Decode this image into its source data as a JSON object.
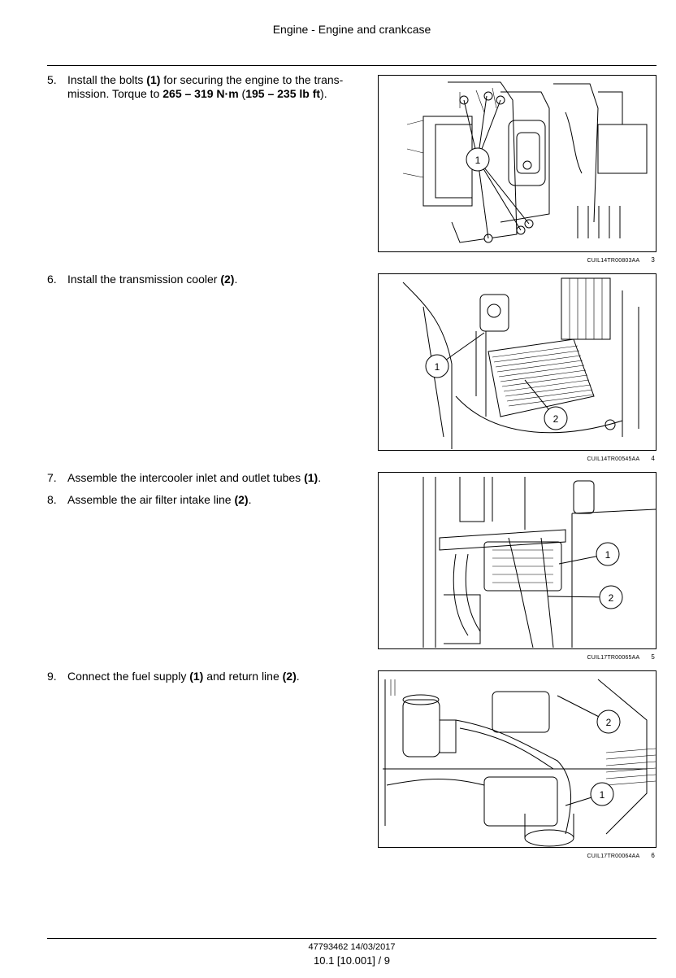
{
  "header": {
    "title": "Engine - Engine and crankcase"
  },
  "steps": [
    {
      "num": "5.",
      "segments": [
        {
          "t": "Install the bolts ",
          "b": false
        },
        {
          "t": "(1)",
          "b": true
        },
        {
          "t": " for securing the engine to the trans-mission. Torque to ",
          "b": false
        },
        {
          "t": "265 – 319 N·m",
          "b": true
        },
        {
          "t": " (",
          "b": false
        },
        {
          "t": "195 – 235 lb ft",
          "b": true
        },
        {
          "t": ").",
          "b": false
        }
      ]
    },
    {
      "num": "6.",
      "segments": [
        {
          "t": "Install the transmission cooler ",
          "b": false
        },
        {
          "t": "(2)",
          "b": true
        },
        {
          "t": ".",
          "b": false
        }
      ]
    },
    {
      "num": "7.",
      "segments": [
        {
          "t": "Assemble the intercooler inlet and outlet tubes ",
          "b": false
        },
        {
          "t": "(1)",
          "b": true
        },
        {
          "t": ".",
          "b": false
        }
      ]
    },
    {
      "num": "8.",
      "segments": [
        {
          "t": "Assemble the air filter intake line ",
          "b": false
        },
        {
          "t": "(2)",
          "b": true
        },
        {
          "t": ".",
          "b": false
        }
      ]
    },
    {
      "num": "9.",
      "segments": [
        {
          "t": "Connect the fuel supply ",
          "b": false
        },
        {
          "t": "(1)",
          "b": true
        },
        {
          "t": " and return line ",
          "b": false
        },
        {
          "t": "(2)",
          "b": true
        },
        {
          "t": ".",
          "b": false
        }
      ]
    }
  ],
  "figures": [
    {
      "code": "CUIL14TR00803AA",
      "number": "3",
      "callouts": [
        "1"
      ]
    },
    {
      "code": "CUIL14TR00545AA",
      "number": "4",
      "callouts": [
        "1",
        "2"
      ]
    },
    {
      "code": "CUIL17TR00065AA",
      "number": "5",
      "callouts": [
        "1",
        "2"
      ]
    },
    {
      "code": "CUIL17TR00064AA",
      "number": "6",
      "callouts": [
        "2",
        "1"
      ]
    }
  ],
  "footer": {
    "code": "47793462 14/03/2017",
    "page": "10.1 [10.001] / 9"
  }
}
